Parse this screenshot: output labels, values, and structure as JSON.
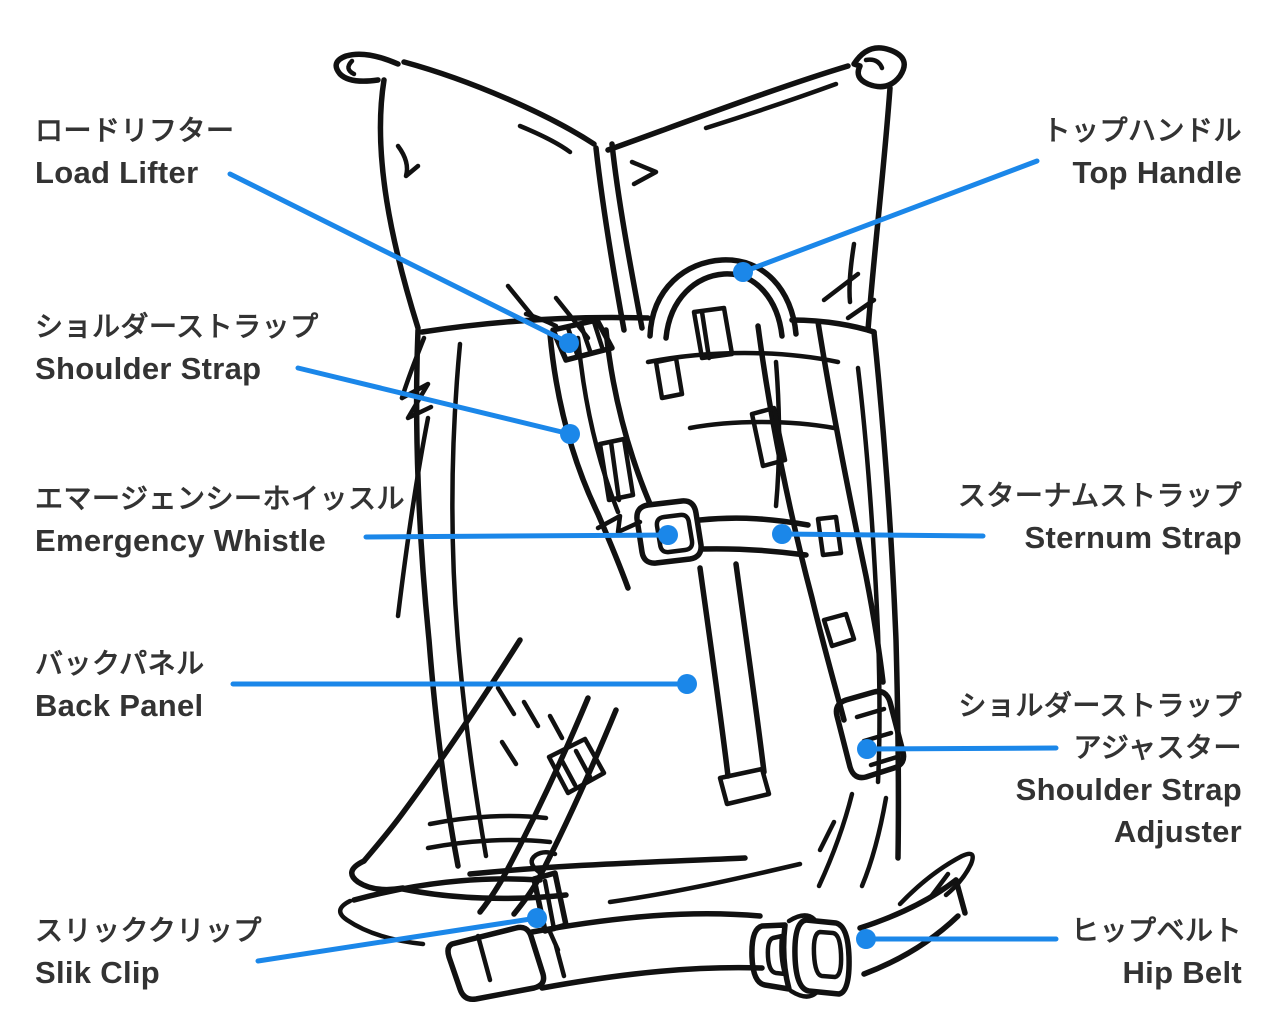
{
  "colors": {
    "accent": "#1B87E9",
    "text": "#333333",
    "ink": "#111111",
    "background": "#FFFFFF"
  },
  "diagram": {
    "illustration": "backpack-rear-view-line-drawing",
    "labels": [
      {
        "id": "load-lifter",
        "jp": "ロードリフター",
        "en": "Load Lifter"
      },
      {
        "id": "shoulder-strap",
        "jp": "ショルダーストラップ",
        "en": "Shoulder Strap"
      },
      {
        "id": "emergency-whistle",
        "jp": "エマージェンシーホイッスル",
        "en": "Emergency Whistle"
      },
      {
        "id": "back-panel",
        "jp": "バックパネル",
        "en": "Back Panel"
      },
      {
        "id": "slik-clip",
        "jp": "スリッククリップ",
        "en": "Slik Clip"
      },
      {
        "id": "top-handle",
        "jp": "トップハンドル",
        "en": "Top Handle"
      },
      {
        "id": "sternum-strap",
        "jp": "スターナムストラップ",
        "en": "Sternum Strap"
      },
      {
        "id": "shoulder-strap-adjuster",
        "jp": "ショルダーストラップ",
        "jp2": "アジャスター",
        "en": "Shoulder Strap",
        "en2": "Adjuster"
      },
      {
        "id": "hip-belt",
        "jp": "ヒップベルト",
        "en": "Hip Belt"
      }
    ]
  }
}
